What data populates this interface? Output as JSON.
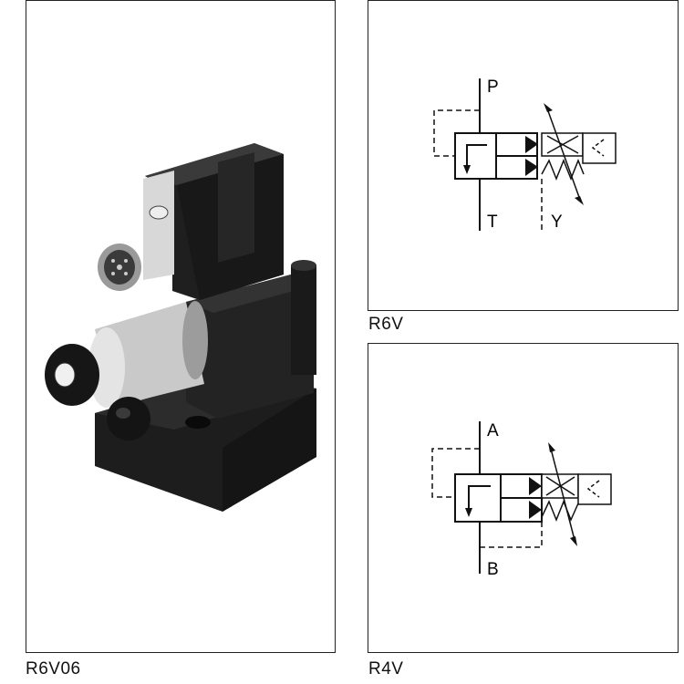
{
  "figures": [
    {
      "id": "photo",
      "caption": "R6V06"
    },
    {
      "id": "symbol_top",
      "caption": "R6V",
      "ports": {
        "top": "P",
        "bottom": "T",
        "drain": "Y"
      }
    },
    {
      "id": "symbol_bottom",
      "caption": "R4V",
      "ports": {
        "top": "A",
        "bottom": "B"
      }
    }
  ],
  "colors": {
    "line": "#111111",
    "valve_body": "#1c1c1c",
    "connector": "#c8c8c8"
  }
}
